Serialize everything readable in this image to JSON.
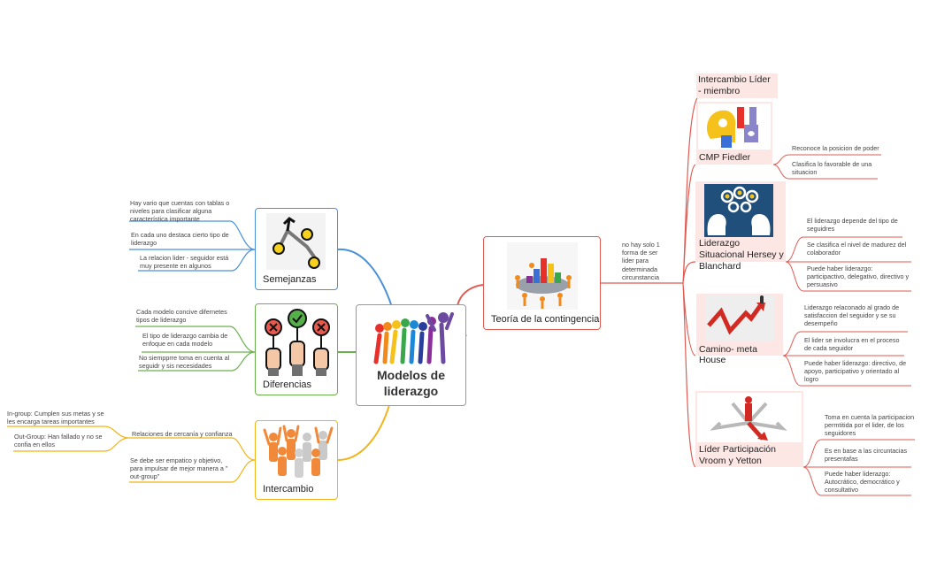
{
  "central": {
    "title": "Modelos de liderazgo",
    "icon": "colorful-crowd-icon"
  },
  "colors": {
    "semejanzas": "#4a90d9",
    "diferencias": "#6ab04c",
    "intercambio": "#f2b418",
    "contingencia": "#e05b52"
  },
  "left": {
    "semejanzas": {
      "title": "Semejanzas",
      "icon": "path-arrows-icon",
      "leaves": [
        "Hay vario que cuentas con tablas o niveles para clasificar alguna característica importante",
        "En cada uno destaca cierto tipo de liderazgo",
        "La relacion lider - seguidor está muy presente en algunos"
      ]
    },
    "diferencias": {
      "title": "Diferencias",
      "icon": "voting-hands-icon",
      "leaves": [
        "Cada modelo concive difernetes tipos de liderazgo",
        "El tipo de liderazgo cambia de enfoque en cada modelo",
        "No siempprre toma en cuenta al seguidr y sis necesidades"
      ]
    },
    "intercambio": {
      "title": "Intercambio",
      "icon": "cheering-people-icon",
      "leaves": [
        "Relaciones de cercanía y confianza",
        "Se debe ser empatico y objetivo, para impulsar de mejor manera a \" out-group\""
      ],
      "subleaves": [
        "In-group: Cumplen sus metas y se les encarga tareas importantes",
        "Out-Group: Han fallado y no se confia en ellos"
      ]
    }
  },
  "right": {
    "contingencia": {
      "title": "Teoría de la contingencia",
      "icon": "meeting-chart-icon",
      "note": "no hay solo 1 forma de ser lider para determinada circunstancia"
    },
    "models": [
      {
        "title": "Intercambio Líder - miembro"
      },
      {
        "title": "CMP Fiedler",
        "icon": "head-puzzle-icon",
        "leaves": [
          "Reconoce la posicion de poder",
          "Clasifica lo favorable de una situacion"
        ]
      },
      {
        "title": "Liderazgo Situacional Hersey y Blanchard",
        "icon": "heads-gears-icon",
        "leaves": [
          "El liderazgo depende del tipo de seguidres",
          "Se clasifica el nivel de madurez del colaborador",
          "Puede haber liderazgo: participactivo, delegativo, directivo y persuasivo"
        ]
      },
      {
        "title": "Camino- meta House",
        "icon": "rising-arrow-icon",
        "leaves": [
          "Liderazgo relaconado al grado de satisfaccion del seguidor y se su desempeño",
          "El lider se involucra en el proceso de cada seguidor",
          "Puede haber liderazgo: directivo, de apoyo, participativo y orientado al logro"
        ]
      },
      {
        "title": "Líder Participación Vroom y Yetton",
        "icon": "red-figure-arrows-icon",
        "leaves": [
          "Toma en cuenta la participacion permtitida  por el lider, de los seguidores",
          "Es en base a las circuntacias presentafas",
          "Puede haber liderazgo: Autocrático, democrático y consultativo"
        ]
      }
    ]
  }
}
